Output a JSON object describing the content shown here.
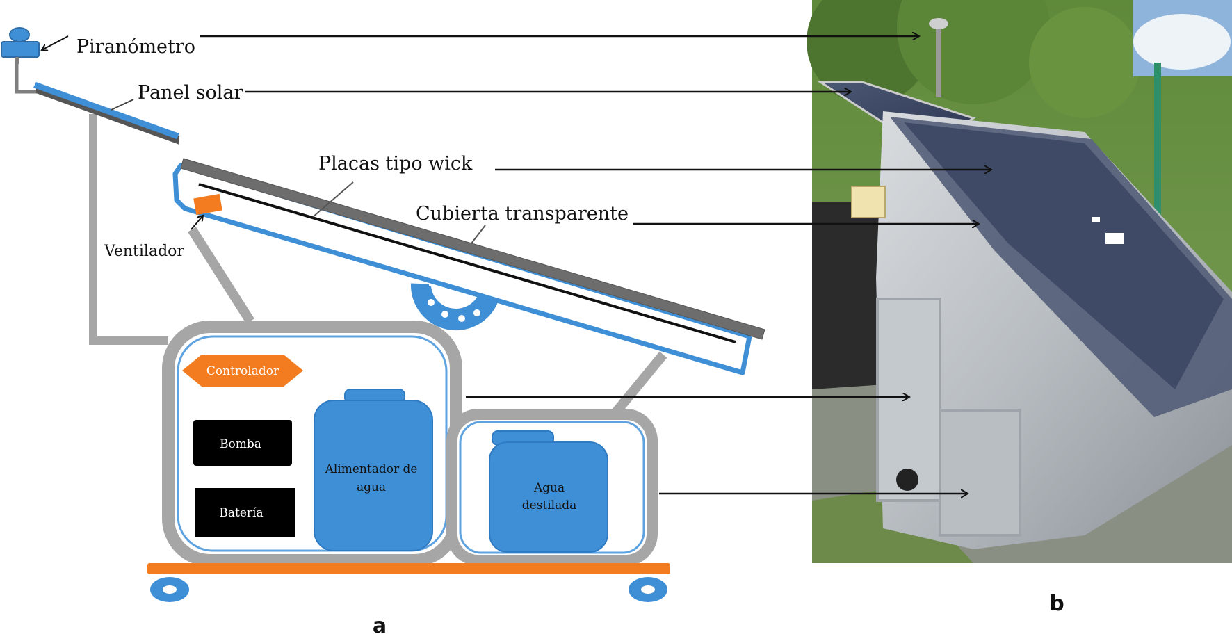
{
  "labels": {
    "piranometro": "Piranómetro",
    "panel_solar": "Panel solar",
    "placas": "Placas tipo wick",
    "cubierta": "Cubierta transparente",
    "ventilador": "Ventilador",
    "controlador": "Controlador",
    "bomba": "Bomba",
    "bateria": "Batería",
    "alimentador_line1": "Alimentador de",
    "alimentador_line2": "agua",
    "agua_line1": "Agua",
    "agua_line2": "destilada"
  },
  "panels": {
    "a": "a",
    "b": "b"
  },
  "colors": {
    "blue": "#3f8fd6",
    "blue_dark": "#2e7bc4",
    "orange": "#f27c1f",
    "gray": "#a6a6a6",
    "gray_dark": "#7f7f7f",
    "black": "#000000"
  }
}
